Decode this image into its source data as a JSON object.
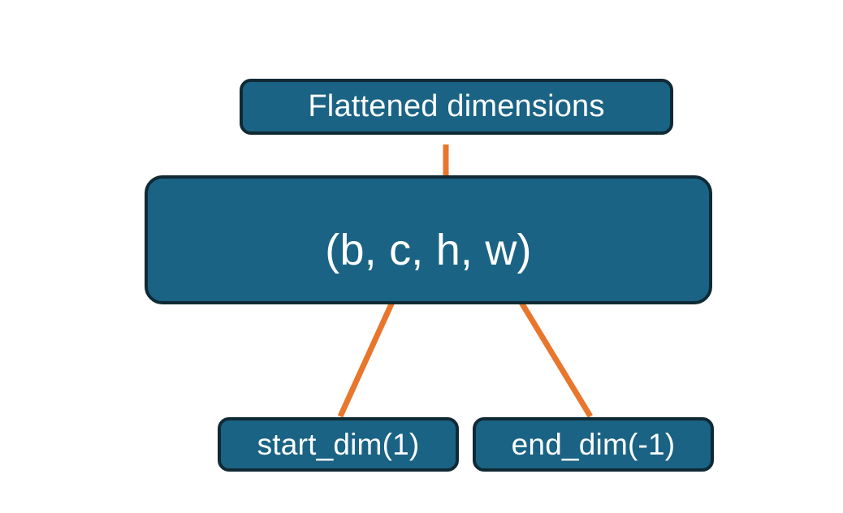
{
  "diagram": {
    "title_box": {
      "label": "Flattened dimensions"
    },
    "tensor_box": {
      "label": "(b, c, h, w)"
    },
    "args": [
      {
        "label": "start_dim(1)"
      },
      {
        "label": "end_dim(-1)"
      }
    ],
    "connectors": {
      "brace": {
        "name": "flattened-range-brace",
        "spans": "c, h, w"
      },
      "arrows": [
        {
          "name": "start-dim-arrow",
          "from": "start_dim(1)",
          "to": "c"
        },
        {
          "name": "end-dim-arrow",
          "from": "end_dim(-1)",
          "to": "w"
        }
      ]
    },
    "colors": {
      "box_fill": "#1a6384",
      "box_border": "#102a35",
      "accent": "#e8762c",
      "text": "#ffffff",
      "background": "#ffffff"
    }
  }
}
